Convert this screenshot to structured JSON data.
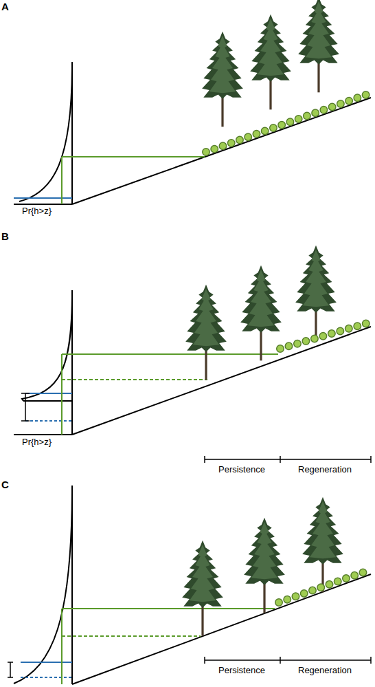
{
  "diagram": {
    "labels": [
      "A",
      "Pr{h>z}",
      "B",
      "Pr{h>z}",
      "Persistence",
      "Regeneration",
      "C",
      "Persistence",
      "Regeneration"
    ]
  }
}
